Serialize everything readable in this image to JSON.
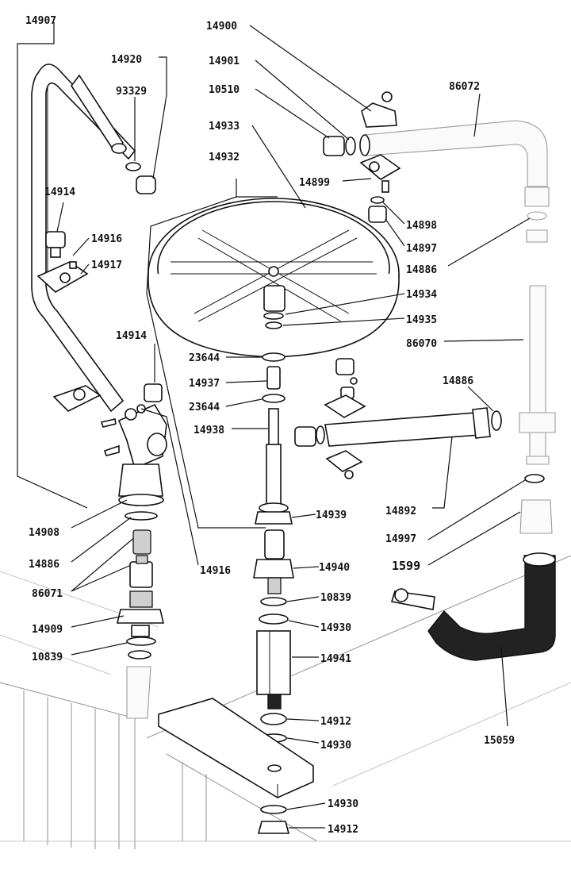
{
  "callouts": {
    "c14907": "14907",
    "c14920": "14920",
    "c93329": "93329",
    "c14914a": "14914",
    "c14916a": "14916",
    "c14917": "14917",
    "c14914b": "14914",
    "c14908": "14908",
    "c14886a": "14886",
    "c86071": "86071",
    "c14909": "14909",
    "c10839a": "10839",
    "c14916b": "14916",
    "c14900": "14900",
    "c14901": "14901",
    "c10510": "10510",
    "c14933": "14933",
    "c14932": "14932",
    "c14899": "14899",
    "c14898": "14898",
    "c14897": "14897",
    "c86072": "86072",
    "c14886b": "14886",
    "c14934": "14934",
    "c14935": "14935",
    "c86070": "86070",
    "c23644a": "23644",
    "c14937": "14937",
    "c23644b": "23644",
    "c14938": "14938",
    "c14886c": "14886",
    "c14892": "14892",
    "c14939": "14939",
    "c14997": "14997",
    "c1599": "1599",
    "c14940": "14940",
    "c10839b": "10839",
    "c14930a": "14930",
    "c14941": "14941",
    "c14912a": "14912",
    "c14930b": "14930",
    "c15059": "15059",
    "c14930c": "14930",
    "c14912b": "14912"
  }
}
